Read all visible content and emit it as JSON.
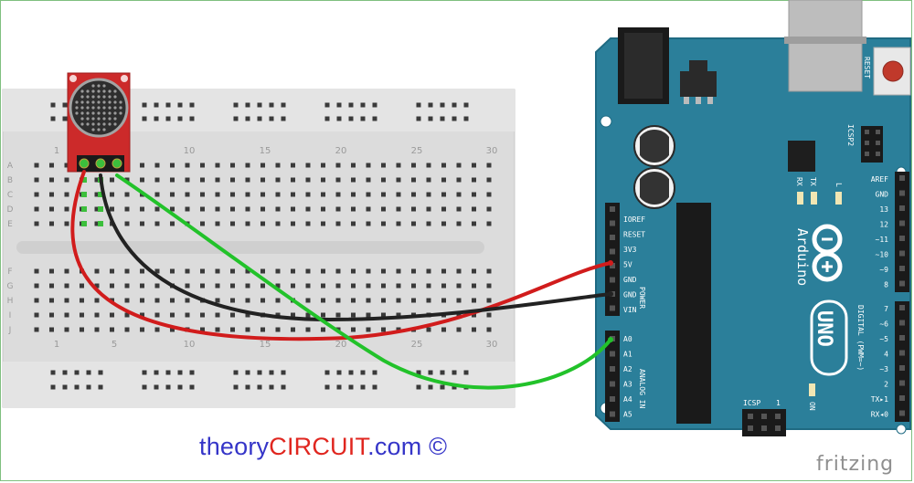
{
  "watermark": {
    "part1": "theory",
    "part2": "CIRCUIT",
    "part3": ".com ©"
  },
  "brand": "fritzing",
  "breadboard": {
    "column_numbers": [
      "1",
      "5",
      "10",
      "15",
      "20",
      "25",
      "30"
    ],
    "row_letters_top": [
      "A",
      "B",
      "C",
      "D",
      "E"
    ],
    "row_letters_bottom": [
      "F",
      "G",
      "H",
      "I",
      "J"
    ]
  },
  "arduino": {
    "logo": "Arduino",
    "model": "UNO",
    "reset_label": "RESET",
    "icsp2_label": "ICSP2",
    "icsp_label": "ICSP",
    "icsp_pin1": "1",
    "tx": "TX",
    "rx": "RX",
    "l": "L",
    "on": "ON",
    "power_header": [
      "IOREF",
      "RESET",
      "3V3",
      "5V",
      "GND",
      "GND",
      "VIN"
    ],
    "power_label": "POWER",
    "analog_header": [
      "A0",
      "A1",
      "A2",
      "A3",
      "A4",
      "A5"
    ],
    "analog_label": "ANALOG IN",
    "digital_top": [
      "AREF",
      "GND",
      "13",
      "12",
      "~11",
      "~10",
      "~9",
      "8"
    ],
    "digital_bottom": [
      "7",
      "~6",
      "~5",
      "4",
      "~3",
      "2",
      "TX▸1",
      "RX◂0"
    ],
    "digital_label": "DIGITAL (PWM=~)"
  },
  "colors": {
    "board": "#2b7f9a",
    "breadboard": "#dedede",
    "wire_red": "#d11c1c",
    "wire_black": "#222222",
    "wire_green": "#22c22a",
    "mic_module": "#cc2a2a"
  }
}
